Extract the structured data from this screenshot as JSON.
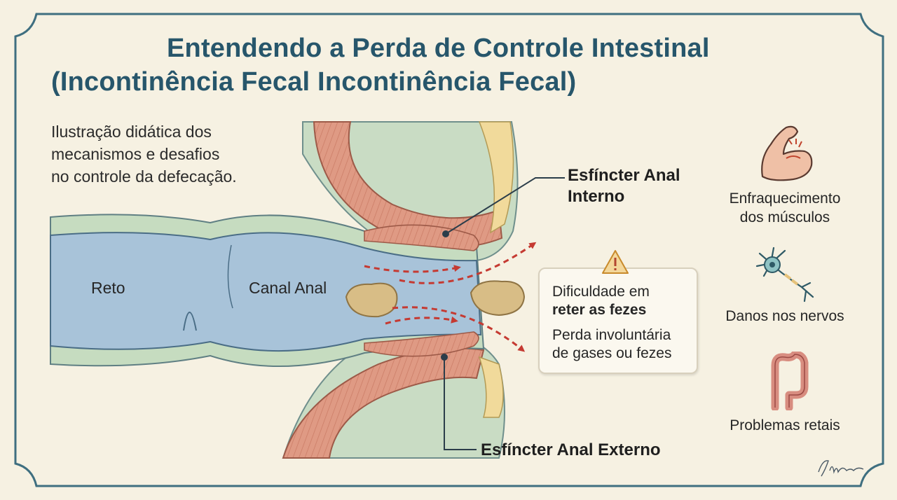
{
  "header": {
    "title_line1": "Entendendo a Perda de Controle Intestinal",
    "title_line2": "(Incontinência Fecal Incontinência Fecal)"
  },
  "subtitle": {
    "line1": "Ilustração didática dos",
    "line2": "mecanismos e desafios",
    "line3": "no controle da defecação."
  },
  "diagram": {
    "label_reto": "Reto",
    "label_canal_anal": "Canal Anal",
    "label_internal_line1": "Esfíncter Anal",
    "label_internal_line2": "Interno",
    "label_external": "Esfíncter Anal Externo"
  },
  "callout": {
    "line1": "Dificuldade em",
    "line2": "reter as fezes",
    "line3": "Perda involuntária",
    "line4": "de gases ou fezes",
    "icon": "warning-icon"
  },
  "causes": [
    {
      "icon": "flexed-arm-icon",
      "line1": "Enfraquecimento",
      "line2": "dos músculos"
    },
    {
      "icon": "neuron-icon",
      "line1": "Danos nos nervos",
      "line2": ""
    },
    {
      "icon": "colon-icon",
      "line1": "Problemas retais",
      "line2": ""
    }
  ],
  "signature": "Illustrao",
  "colors": {
    "title": "#27566b",
    "background": "#f6f1e2",
    "frame": "#3f6f80",
    "lumen": "#a8c3d9",
    "muscle": "#df9a84",
    "arrows": "#c53a32"
  }
}
